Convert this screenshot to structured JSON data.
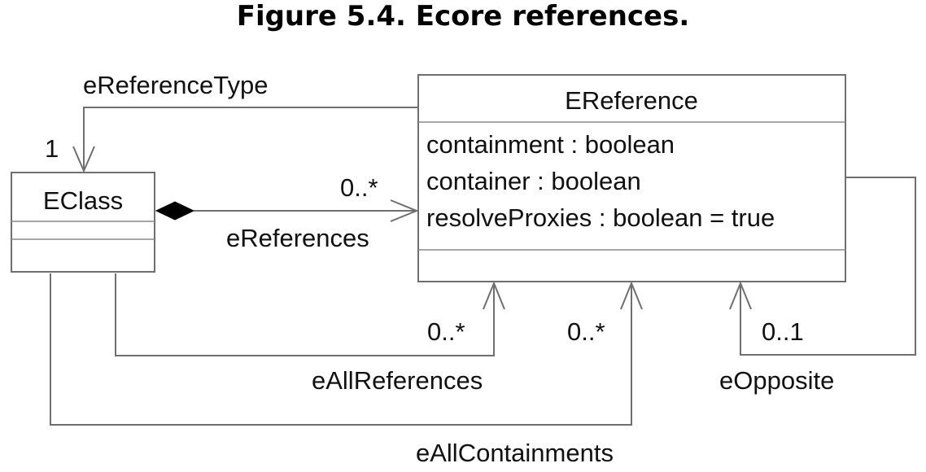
{
  "title": "Figure 5.4. Ecore references.",
  "classes": {
    "eclass": {
      "name": "EClass"
    },
    "ereference": {
      "name": "EReference",
      "attributes": [
        "containment : boolean",
        "container : boolean",
        "resolveProxies : boolean = true"
      ]
    }
  },
  "associations": {
    "reference_type": {
      "name": "eReferenceType",
      "multiplicity": "1"
    },
    "references": {
      "name": "eReferences",
      "multiplicity": "0..*"
    },
    "all_references": {
      "name": "eAllReferences",
      "multiplicity": "0..*"
    },
    "all_containments": {
      "name": "eAllContainments",
      "multiplicity": "0..*"
    },
    "opposite": {
      "name": "eOpposite",
      "multiplicity": "0..1"
    }
  }
}
